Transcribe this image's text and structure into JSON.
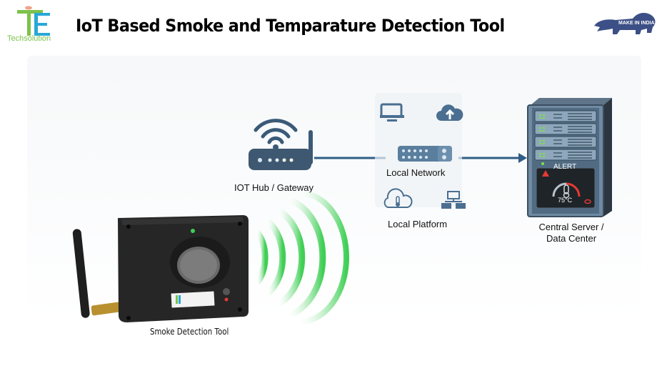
{
  "header": {
    "brand_logo": "TE",
    "brand_name": "Techsolution",
    "title": "IoT Based Smoke and Temparature Detection Tool",
    "partner_logo_text": "MAKE IN INDIA"
  },
  "diagram": {
    "nodes": {
      "hub": {
        "label": "IOT Hub / Gateway",
        "icon": "wifi-router-icon"
      },
      "network": {
        "label": "Local Network",
        "icon": "network-switch-icon"
      },
      "platform": {
        "label": "Local Platform",
        "icon": "cloud-thermometer-icon"
      },
      "server": {
        "label_line1": "Central Server /",
        "label_line2": "Data Center",
        "icon": "server-rack-icon"
      },
      "sensor": {
        "label": "Smoke Detection Tool",
        "icon": "smoke-detector-device-icon"
      }
    },
    "server_display": {
      "alert_text": "ALERT",
      "temperature": "75°C"
    },
    "network_icons": [
      "monitor-icon",
      "cloud-upload-icon",
      "cloud-thermometer-icon",
      "hierarchy-network-icon"
    ],
    "connections": [
      {
        "from": "hub",
        "to": "network",
        "arrow": false
      },
      {
        "from": "network",
        "to": "server",
        "arrow": true
      },
      {
        "from": "sensor",
        "to": "hub",
        "type": "wireless"
      }
    ]
  },
  "colors": {
    "brand_green": "#7cc24a",
    "brand_blue": "#2aa7d8",
    "icon_blue": "#4a6f91",
    "line_blue": "#2f5d86",
    "signal_green": "#3fcf55",
    "alert_red": "#e53935",
    "device_black": "#232323"
  }
}
